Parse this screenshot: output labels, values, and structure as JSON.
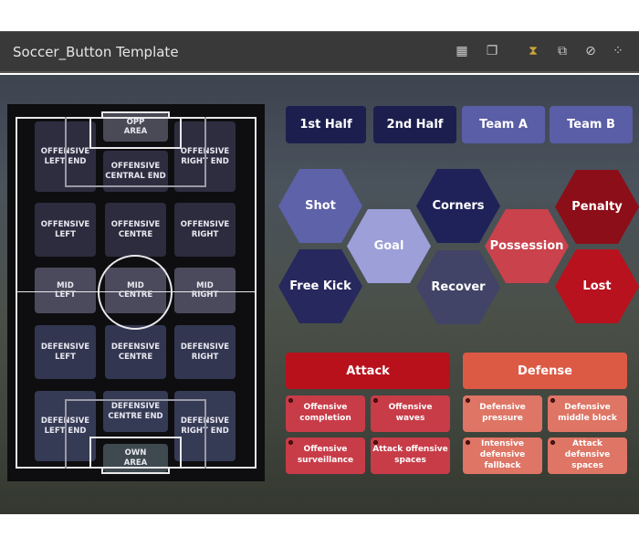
{
  "window": {
    "title": "Soccer_Button Template",
    "toolbar_icons": [
      "table-edit-icon",
      "copy-table-icon",
      "hourglass-icon",
      "external-link-icon",
      "no-edit-icon",
      "nodes-icon"
    ],
    "active_icon_color": "#c8a23c"
  },
  "pitch": {
    "zones": {
      "opp_area": "OPP\nAREA",
      "off_left_end": "OFFENSIVE\nLEFT END",
      "off_central_end": "OFFENSIVE\nCENTRAL END",
      "off_right_end": "OFFENSIVE\nRIGHT END",
      "off_left": "OFFENSIVE\nLEFT",
      "off_centre": "OFFENSIVE\nCENTRE",
      "off_right": "OFFENSIVE\nRIGHT",
      "mid_left": "MID\nLEFT",
      "mid_centre": "MID\nCENTRE",
      "mid_right": "MID\nRIGHT",
      "def_left": "DEFENSIVE\nLEFT",
      "def_centre": "DEFENSIVE\nCENTRE",
      "def_right": "DEFENSIVE\nRIGHT",
      "def_left_end": "DEFENSIVE\nLEFT END",
      "def_centre_end": "DEFENSIVE\nCENTRE END",
      "def_right_end": "DEFENSIVE\nRIGHT END",
      "own_area": "OWN\nAREA"
    }
  },
  "header_buttons": [
    {
      "label": "1st Half",
      "color": "#1c1f4e"
    },
    {
      "label": "2nd Half",
      "color": "#1c1f4e"
    },
    {
      "label": "Team A",
      "color": "#5a5ea6"
    },
    {
      "label": "Team B",
      "color": "#5a5ea6"
    }
  ],
  "events": {
    "shot": {
      "label": "Shot",
      "color": "#5e62a8"
    },
    "free_kick": {
      "label": "Free Kick",
      "color": "#27285e"
    },
    "goal": {
      "label": "Goal",
      "color": "#9c9fd8"
    },
    "corners": {
      "label": "Corners",
      "color": "#1e2258"
    },
    "recover": {
      "label": "Recover",
      "color": "#414466"
    },
    "possession": {
      "label": "Possession",
      "color": "#c9424c"
    },
    "penalty": {
      "label": "Penalty",
      "color": "#8c0e18"
    },
    "lost": {
      "label": "Lost",
      "color": "#b8121e"
    }
  },
  "attack": {
    "label": "Attack",
    "color": "#b8111c",
    "items": [
      "Offensive\ncompletion",
      "Offensive\nwaves",
      "Offensive\nsurveillance",
      "Attack offensive\nspaces"
    ]
  },
  "defense": {
    "label": "Defense",
    "color": "#dc5a44",
    "items": [
      "Defensive\npressure",
      "Defensive\nmiddle block",
      "Intensive\ndefensive\nfallback",
      "Attack\ndefensive spaces"
    ]
  }
}
